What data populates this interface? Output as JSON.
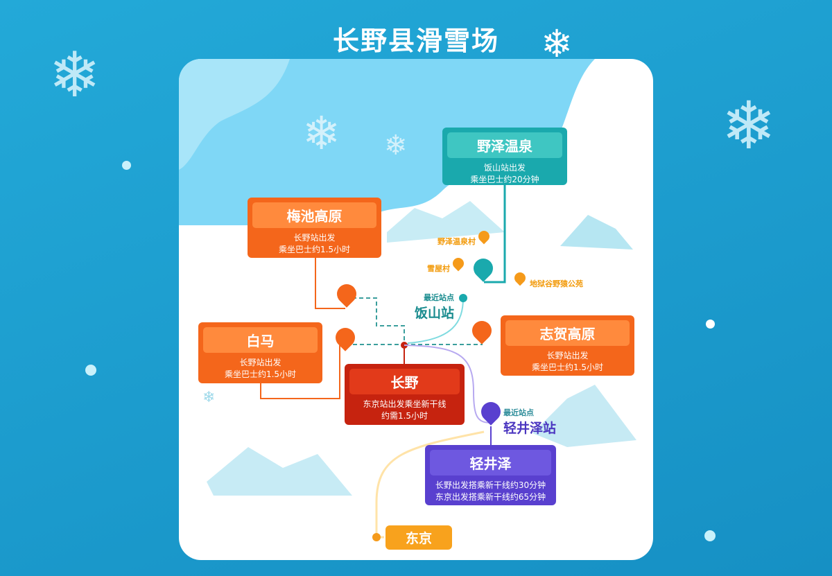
{
  "title": "长野县滑雪场",
  "resorts": {
    "nozawa": {
      "name": "野泽温泉",
      "lines": [
        "饭山站出发",
        "乘坐巴士约20分钟"
      ]
    },
    "tsugaike": {
      "name": "梅池高原",
      "lines": [
        "长野站出发",
        "乘坐巴士约1.5小时"
      ]
    },
    "hakuba": {
      "name": "白马",
      "lines": [
        "长野站出发",
        "乘坐巴士约1.5小时"
      ]
    },
    "shiga": {
      "name": "志贺高原",
      "lines": [
        "长野站出发",
        "乘坐巴士约1.5小时"
      ]
    },
    "nagano": {
      "name": "长野",
      "lines": [
        "东京站出发乘坐新干线",
        "约需1.5小时"
      ]
    },
    "karuizawa": {
      "name": "轻井泽",
      "lines": [
        "长野出发搭乘新干线约30分钟",
        "东京出发搭乘新干线约65分钟"
      ]
    },
    "tokyo": {
      "name": "东京"
    }
  },
  "stations": {
    "iiyama": {
      "caption": "最近站点",
      "name": "饭山站"
    },
    "karuizawa": {
      "caption": "最近站点",
      "name": "轻井泽站"
    }
  },
  "landmarks": [
    "野泽温泉村",
    "雪屋村",
    "地狱谷野猿公苑"
  ],
  "colors": {
    "teal": "#1aa9ad",
    "orange": "#f4661b",
    "red": "#c6230f",
    "purple": "#5940cf",
    "background": "#1b9dcf"
  }
}
